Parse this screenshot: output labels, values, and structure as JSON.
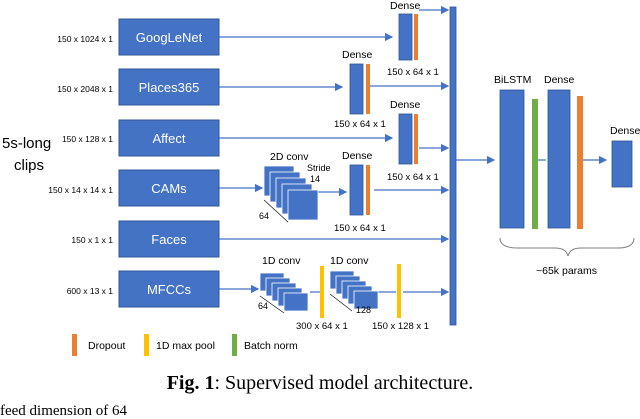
{
  "side_label": {
    "line1": "5s-long",
    "line2": "clips"
  },
  "modules": [
    {
      "label": "GoogLeNet",
      "dim": "150 x 1024 x 1"
    },
    {
      "label": "Places365",
      "dim": "150 x 2048 x 1"
    },
    {
      "label": "Affect",
      "dim": "150 x 128 x 1"
    },
    {
      "label": "CAMs",
      "dim": "150 x 14 x 14 x 1"
    },
    {
      "label": "Faces",
      "dim": "150 x 1 x 1"
    },
    {
      "label": "MFCCs",
      "dim": "600 x 13 x 1"
    }
  ],
  "dense_branches": [
    {
      "label": "Dense",
      "dim": "150 x 64 x 1"
    },
    {
      "label": "Dense",
      "dim": "150 x 64 x 1"
    },
    {
      "label": "Dense",
      "dim": "150 x 64 x 1"
    },
    {
      "label": "Dense",
      "dim": "150 x 64 x 1"
    }
  ],
  "conv2d": {
    "label": "2D conv",
    "stride_label": "Stride",
    "stride_value": "14",
    "filters": "64"
  },
  "conv1d": [
    {
      "label": "1D conv",
      "filters": "64",
      "out_dim": "300 x 64 x 1"
    },
    {
      "label": "1D conv",
      "filters": "128",
      "out_dim": "150 x 128 x 1"
    }
  ],
  "head": {
    "bilstm": "BiLSTM",
    "dense1": "Dense",
    "dense2": "Dense",
    "params": "~65k params"
  },
  "legend": [
    {
      "label": "Dropout",
      "color": "#ED7D31"
    },
    {
      "label": "1D max pool",
      "color": "#FFC000"
    },
    {
      "label": "Batch norm",
      "color": "#70AD47"
    }
  ],
  "colors": {
    "module": "#4472C4",
    "dropout": "#ED7D31",
    "maxpool": "#FFC000",
    "batchnorm": "#70AD47"
  },
  "caption": {
    "prefix": "Fig. 1",
    "text": ": Supervised model architecture."
  },
  "cutoff_text": "feed dimension of 64"
}
